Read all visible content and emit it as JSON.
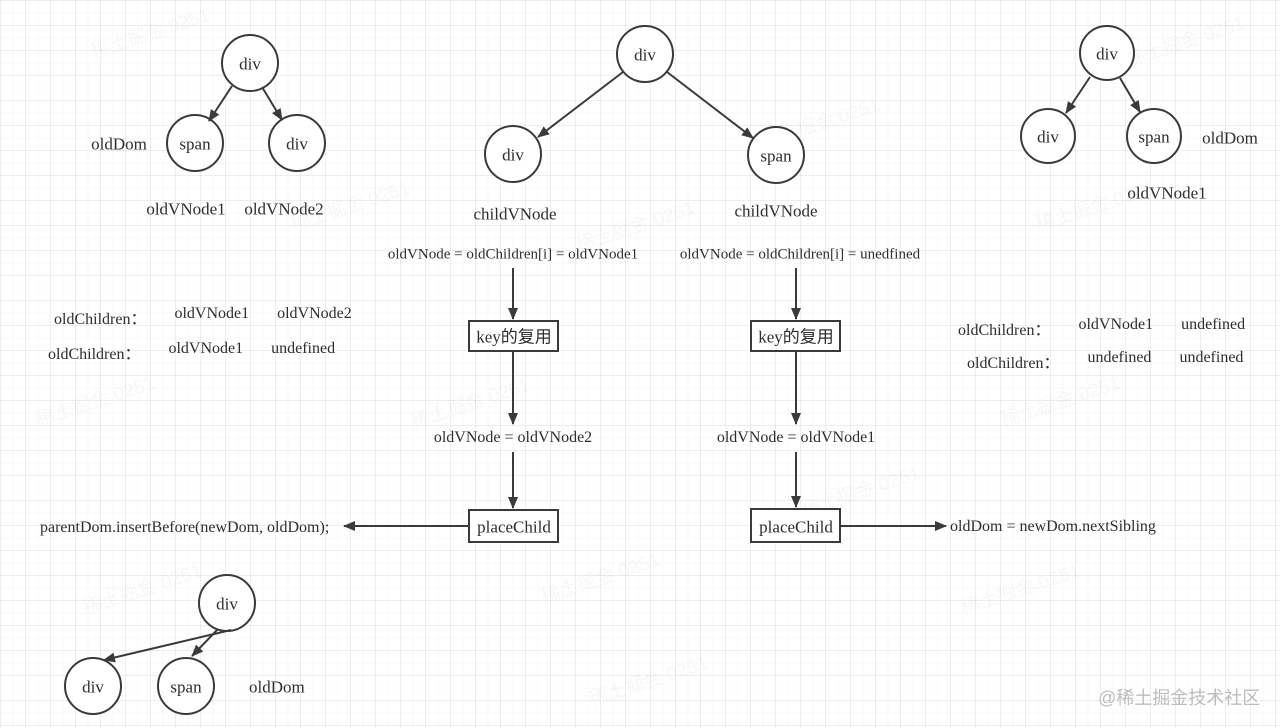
{
  "diagram": {
    "trees": {
      "top_left": {
        "root": "div",
        "child1": "span",
        "child2": "div",
        "side_label": "oldDom",
        "below1": "oldVNode1",
        "below2": "oldVNode2"
      },
      "top_center": {
        "root": "div",
        "child1": "div",
        "child2": "span",
        "below1": "childVNode",
        "below2": "childVNode"
      },
      "top_right": {
        "root": "div",
        "child1": "div",
        "child2": "span",
        "side_label": "oldDom",
        "below1": "oldVNode1"
      },
      "bottom_left": {
        "root": "div",
        "child1": "div",
        "child2": "span",
        "side_label": "oldDom"
      }
    },
    "flow_left": {
      "condition": "oldVNode = oldChildren[i] = oldVNode1",
      "step1": "key的复用",
      "assign": "oldVNode = oldVNode2",
      "step2": "placeChild",
      "result": "parentDom.insertBefore(newDom, oldDom);"
    },
    "flow_right": {
      "condition": "oldVNode = oldChildren[i] = unedfined",
      "step1": "key的复用",
      "assign": "oldVNode = oldVNode1",
      "step2": "placeChild",
      "result": "oldDom = newDom.nextSibling"
    },
    "lists_left": [
      {
        "label": "oldChildren：",
        "v1": "oldVNode1",
        "v2": "oldVNode2"
      },
      {
        "label": "oldChildren：",
        "v1": "oldVNode1",
        "v2": "undefined"
      }
    ],
    "lists_right": [
      {
        "label": "oldChildren：",
        "v1": "oldVNode1",
        "v2": "undefined"
      },
      {
        "label": "oldChildren：",
        "v1": "undefined",
        "v2": "undefined"
      }
    ],
    "watermark": "@稀土掘金技术社区",
    "tile_watermark": "稀土掘金 0251",
    "colors": {
      "stroke": "#3a3a3a",
      "text": "#2e2e2e",
      "watermark": "#bdbdbd"
    }
  }
}
